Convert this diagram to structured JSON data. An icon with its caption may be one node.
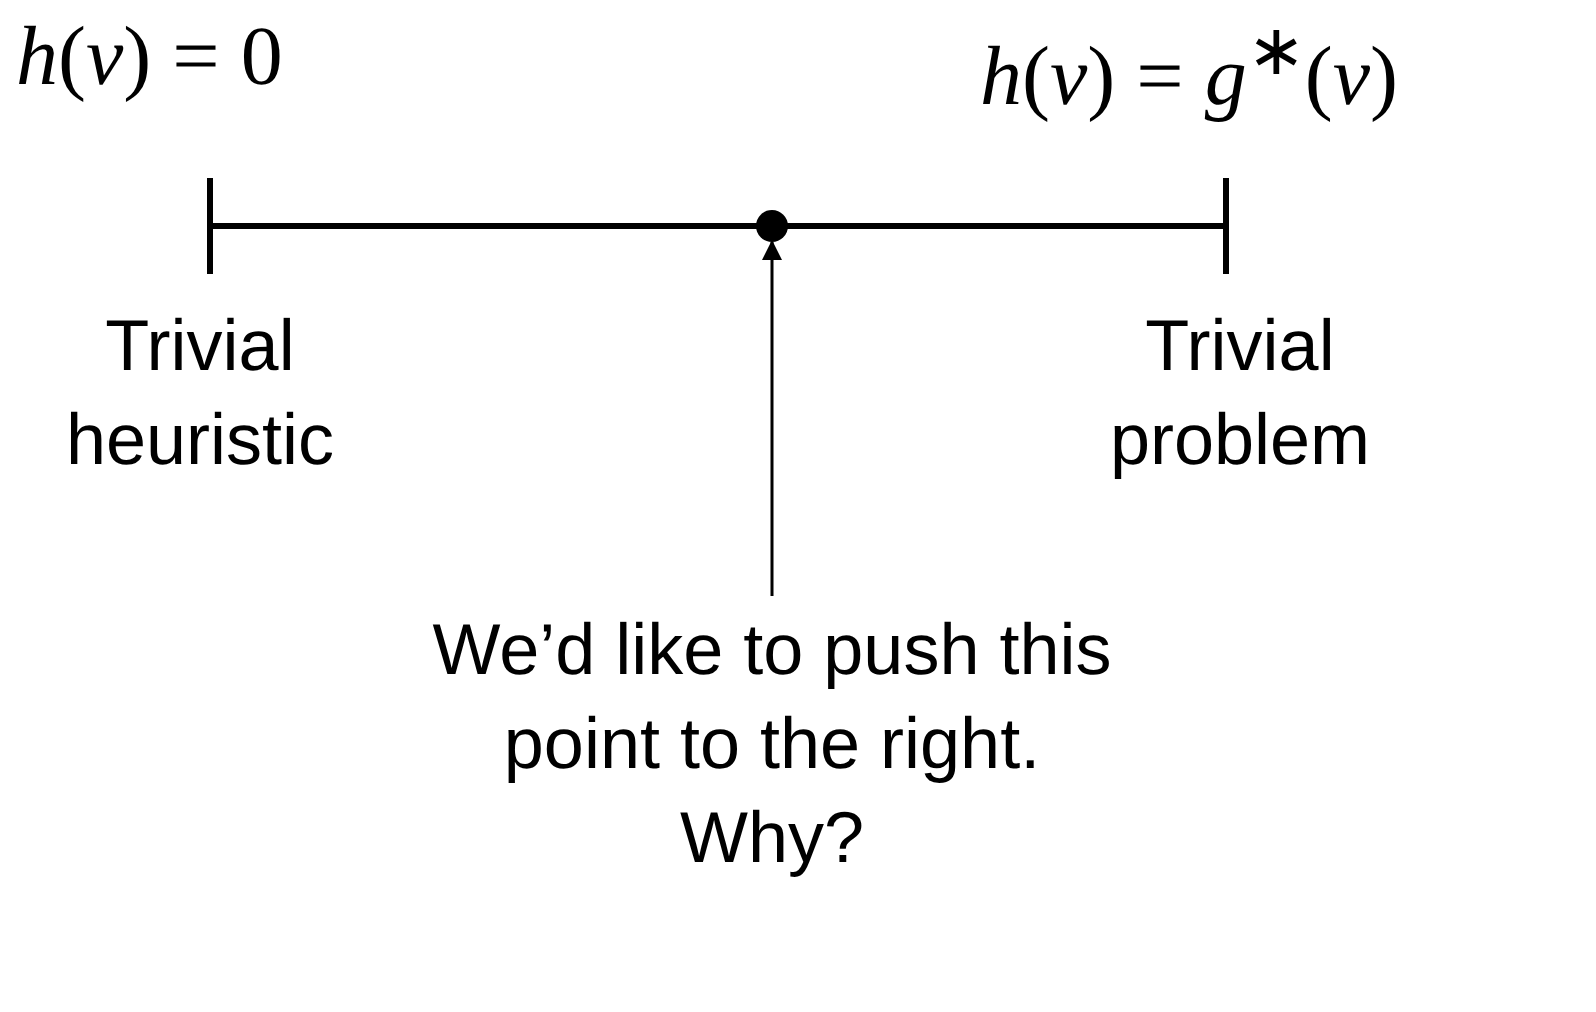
{
  "diagram": {
    "nodes": [
      {
        "text": [],
        "shape": "circle"
      },
      {
        "text": [
          "We’d like to push this point to the right. Why?"
        ]
      }
    ],
    "edges": [
      {
        "from": 1,
        "to": 0,
        "arrow": "to"
      }
    ],
    "labels": [
      "*h*(*v*) = 0",
      "*h*(*v*) = *g*$^{∗}$(*v*)",
      "Trivial heuristic",
      "Trivial problem"
    ]
  }
}
